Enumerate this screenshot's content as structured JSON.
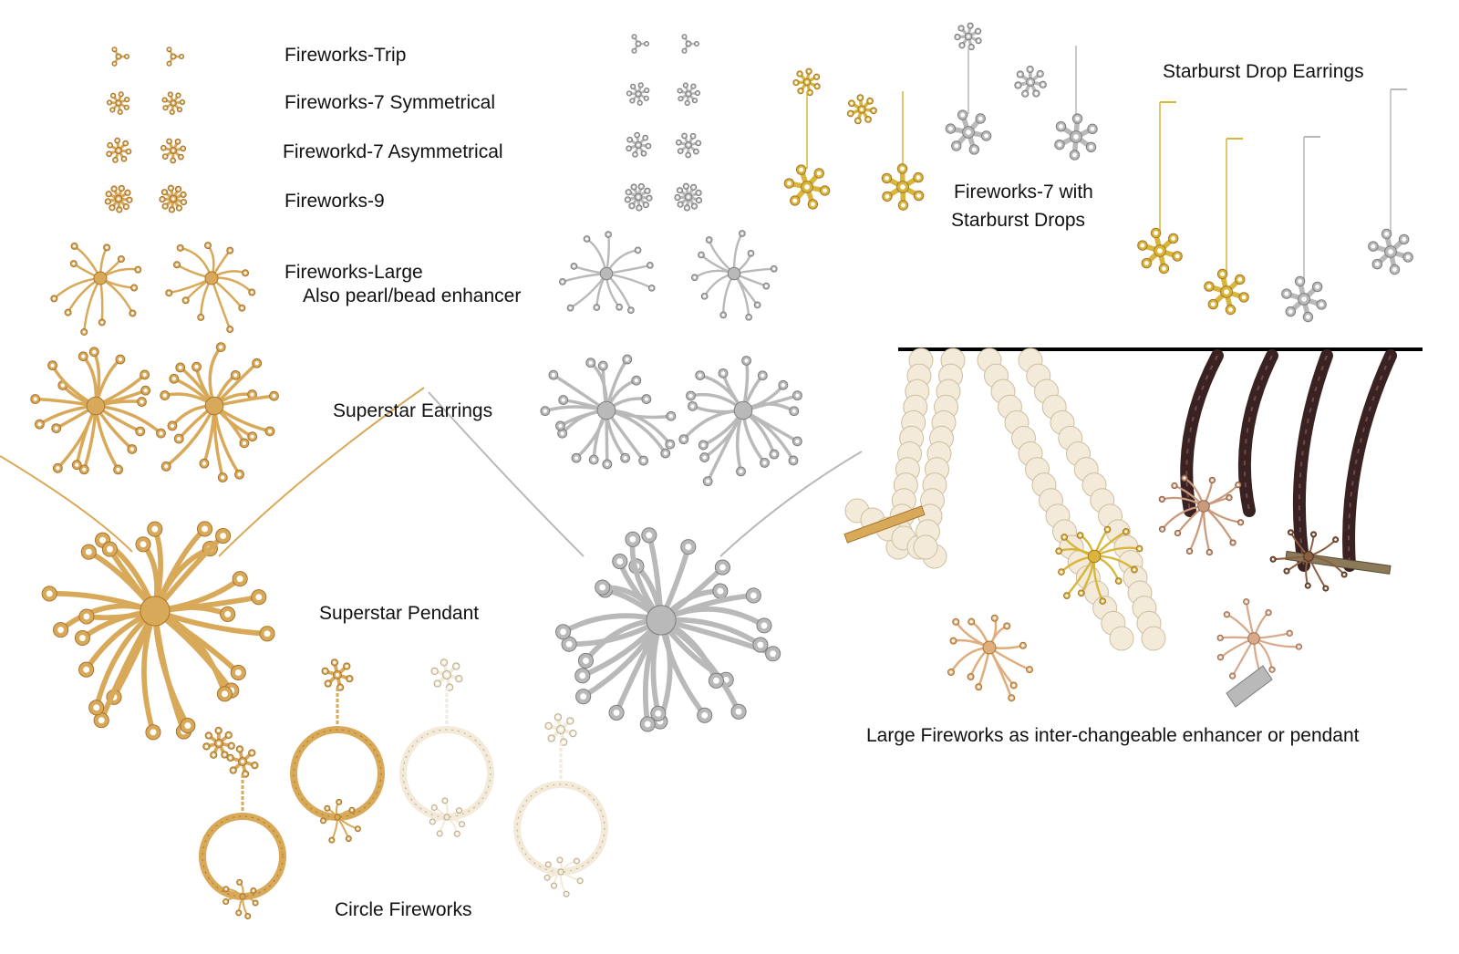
{
  "labels": {
    "fireworks_trip": "Fireworks-Trip",
    "fireworks_7_sym": "Fireworks-7 Symmetrical",
    "fireworks_7_asym": "Fireworkd-7 Asymmetrical",
    "fireworks_9": "Fireworks-9",
    "fireworks_large": "Fireworks-Large",
    "fireworks_large_sub": "Also pearl/bead enhancer",
    "superstar_earrings": "Superstar Earrings",
    "superstar_pendant": "Superstar Pendant",
    "circle_fireworks": "Circle Fireworks",
    "fireworks_7_drops_1": "Fireworks-7 with",
    "fireworks_7_drops_2": "Starburst Drops",
    "starburst_drop": "Starburst Drop Earrings",
    "large_fireworks_enhancer": "Large Fireworks as inter-changeable enhancer or pendant"
  },
  "colors": {
    "background": "#ffffff",
    "text": "#111111",
    "gold": "#d9a95a",
    "gold_dark": "#a8742c",
    "yellow_gold": "#d8b63a",
    "silver": "#b9b9b9",
    "silver_dark": "#7d7d7d",
    "pearl": "#f3ead9",
    "cord": "#3a2222",
    "diamond": "#ffffff"
  }
}
